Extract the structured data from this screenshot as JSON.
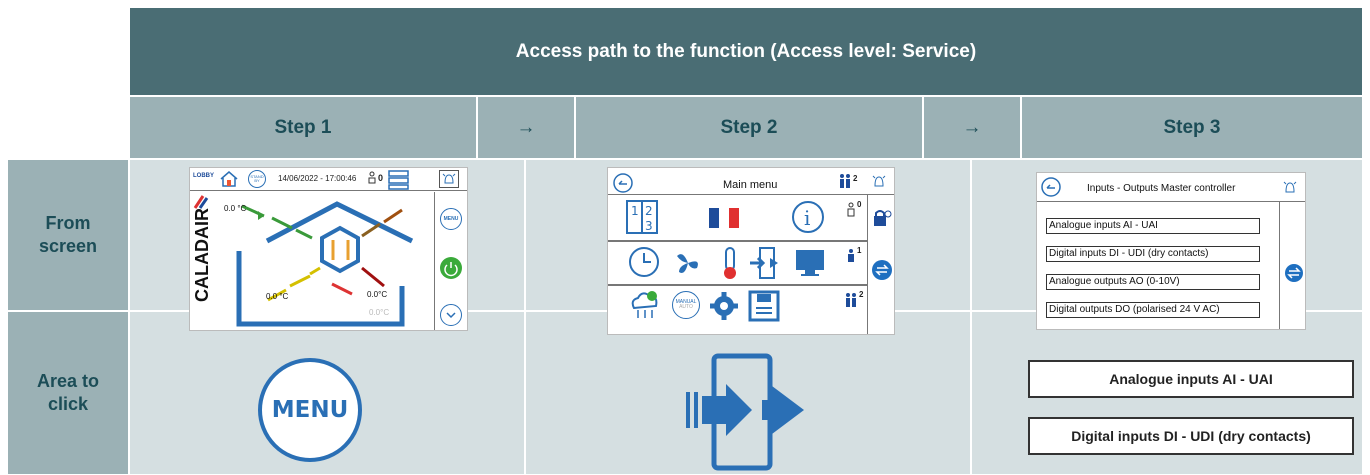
{
  "header": {
    "title": "Access path to the function (Access level: Service)"
  },
  "steps": {
    "step1": "Step 1",
    "arrow1": "→",
    "step2": "Step 2",
    "arrow2": "→",
    "step3": "Step 3"
  },
  "rows": {
    "from_screen": "From screen",
    "area_to_click": "Area to click"
  },
  "screen1": {
    "lobby": "LOBBY",
    "stand_by": "STAND BY",
    "datetime": "14/06/2022 - 17:00:46",
    "occupancy": "0",
    "brand": "CALADAIR",
    "temp_top": "0.0 °C",
    "temp_left": "0.0 °C",
    "temp_right": "0.0°C",
    "temp_right2": "0.0°C",
    "menu_btn": "MENU",
    "icons": [
      "house-icon",
      "bell-icon",
      "power-icon",
      "chevron-down-icon"
    ]
  },
  "screen2": {
    "title": "Main menu",
    "manual": "MANUAL",
    "auto": "AUTO",
    "level0": "0",
    "level1": "1",
    "level2": "2",
    "level2_top": "2",
    "icons": [
      "back-icon",
      "bell-icon",
      "numbers-icon",
      "flag-icon",
      "info-icon",
      "clock-icon",
      "fan-icon",
      "thermometer-icon",
      "input-output-icon",
      "monitor-icon",
      "cloud-icon",
      "gear-icon",
      "save-icon"
    ]
  },
  "screen3": {
    "title": "Inputs - Outputs Master controller",
    "items": [
      "Analogue inputs AI - UAI",
      "Digital inputs DI - UDI (dry contacts)",
      "Analogue outputs AO (0-10V)",
      "Digital outputs DO (polarised 24 V AC)"
    ]
  },
  "click": {
    "step1_label": "MENU",
    "step3_items": [
      "Analogue inputs AI - UAI",
      "Digital inputs DI - UDI (dry contacts)"
    ]
  },
  "colors": {
    "header": "#4a6d74",
    "step": "#9bb1b5",
    "body": "#d5dfe1",
    "accent_blue": "#2a6fb5"
  }
}
